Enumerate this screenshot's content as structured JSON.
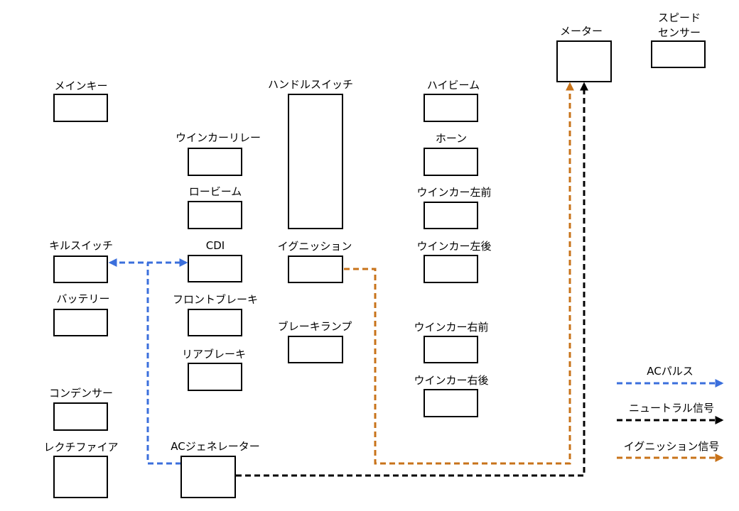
{
  "components": {
    "main_key": "メインキー",
    "kill_switch": "キルスイッチ",
    "battery": "バッテリー",
    "condenser": "コンデンサー",
    "rectifier": "レクチファイア",
    "winker_relay": "ウインカーリレー",
    "low_beam": "ロービーム",
    "cdi": "CDI",
    "front_brake": "フロントブレーキ",
    "rear_brake": "リアブレーキ",
    "ac_generator": "ACジェネレーター",
    "handle_switch": "ハンドルスイッチ",
    "ignition": "イグニッション",
    "brake_lamp": "ブレーキランプ",
    "high_beam": "ハイビーム",
    "horn": "ホーン",
    "winker_left_front": "ウインカー左前",
    "winker_left_rear": "ウインカー左後",
    "winker_right_front": "ウインカー右前",
    "winker_right_rear": "ウインカー右後",
    "meter": "メーター",
    "speed_sensor_line1": "スピード",
    "speed_sensor_line2": "センサー"
  },
  "legend": {
    "ac_pulse": "ACパルス",
    "neutral_signal": "ニュートラル信号",
    "ignition_signal": "イグニッション信号"
  },
  "colors": {
    "ac_pulse": "#3b6fdc",
    "neutral_signal": "#000000",
    "ignition_signal": "#c8731a"
  }
}
